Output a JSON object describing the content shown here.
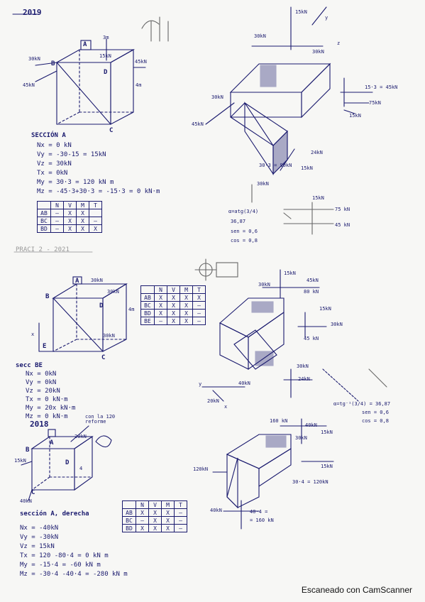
{
  "year_2019": "2019",
  "year_2018": "2018",
  "faded_heading": "PRACI 2 - 2021",
  "footer_text": "Escaneado con CamScanner",
  "block1": {
    "labels": {
      "A": "A",
      "B": "B",
      "C": "C",
      "D": "D",
      "load_left": "30kN",
      "load_left2": "45kN",
      "load_top": "3m",
      "load_topr": "15kN",
      "load_right": "45kN",
      "dim": "4m"
    },
    "section_title": "SECCIÓN A",
    "eqs": [
      "Nx = 0 kN",
      "Vy = -30-15 = 15kN",
      "Vz = 30kN",
      "Tx = 0kN",
      "My = 30·3 = 120 kN m",
      "Mz = -45·3+30·3 = -15·3 = 0 kN·m"
    ],
    "table": {
      "header": [
        "",
        "N",
        "V",
        "M",
        "T"
      ],
      "rows": [
        [
          "AB",
          "—",
          "X",
          "X",
          ""
        ],
        [
          "BC",
          "—",
          "X",
          "X",
          "—"
        ],
        [
          "BD",
          "—",
          "X",
          "X",
          "X"
        ]
      ]
    }
  },
  "iso1": {
    "top1": "15kN",
    "left1": "30kN",
    "right1": "30kN",
    "left2": "45kN",
    "mid": "30kN",
    "bottom1": "30·3 = 90kN",
    "bottom2": "15kN",
    "right2": "24kN",
    "side1": "15·3 = 45kN",
    "side2": "75kN",
    "side3": "15kN",
    "axis_z": "z",
    "axis_y": "y"
  },
  "trig": {
    "lines": [
      "α=atg(3/4)",
      "36,87",
      "sen = 0,6",
      "cos = 0,8"
    ],
    "top": "30kN",
    "r1": "15kN",
    "r2": "75 kN",
    "r3": "45 kN"
  },
  "block2": {
    "labels": {
      "A": "A",
      "B": "B",
      "C": "C",
      "D": "D",
      "E": "E",
      "load1": "30kN",
      "load2": "30kN",
      "load3": "30kN",
      "dim": "4m",
      "x": "x"
    },
    "section_title": "secc BE",
    "eqs": [
      "Nx = 0kN",
      "Vy = 0kN",
      "Vz = 20kN",
      "Tx = 0 kN·m",
      "My = 20x kN·m",
      "Mz = 0 kN·m"
    ],
    "table": {
      "header": [
        "",
        "N",
        "V",
        "M",
        "T"
      ],
      "rows": [
        [
          "AB",
          "X",
          "X",
          "X",
          "X"
        ],
        [
          "BC",
          "X",
          "X",
          "X",
          "—"
        ],
        [
          "BD",
          "X",
          "X",
          "X",
          "—"
        ],
        [
          "BE",
          "—",
          "X",
          "X",
          "—"
        ]
      ]
    }
  },
  "iso2": {
    "t1": "15kN",
    "t2": "45kN",
    "t3": "30kN",
    "t4": "80 kN",
    "r1": "15kN",
    "r2": "30kN",
    "r3": "45 kN",
    "b1": "30kN",
    "b2": "20kN",
    "b3": "40kN",
    "b4": "24kN",
    "angle": "α=tg⁻¹(3/4) = 36,87",
    "sen": "sen = 0,6",
    "cos": "cos = 0,8",
    "axis_y": "y",
    "axis_x": "x"
  },
  "block3": {
    "labels": {
      "A": "A",
      "B": "B",
      "C": "C",
      "D": "D",
      "load1": "40kN",
      "load2": "20kN",
      "load3": "15kN",
      "dim": "4",
      "note": "con la 120 reforme"
    },
    "section_title": "sección A, derecha",
    "eqs": [
      "Nx = -40kN",
      "Vy = -30kN",
      "Vz = 15kN",
      "Tx = 120 -80·4 = 0 kN m",
      "My = -15·4 = -60 kN m",
      "Mz = -30·4 -40·4 = -280 kN m"
    ],
    "table": {
      "header": [
        "",
        "N",
        "V",
        "M",
        "T"
      ],
      "rows": [
        [
          "AB",
          "X",
          "X",
          "X",
          "—"
        ],
        [
          "BC",
          "—",
          "X",
          "X",
          "—"
        ],
        [
          "BD",
          "X",
          "X",
          "X",
          "—"
        ]
      ]
    }
  },
  "iso3": {
    "t1": "160 kN",
    "t2": "40kN",
    "t3": "30kN",
    "t4": "15kN",
    "left": "120kN",
    "right": "30·4 = 120kN",
    "r2": "15kN",
    "b1": "40kN",
    "b2": "40·4 =",
    "b3": "= 160 kN"
  }
}
